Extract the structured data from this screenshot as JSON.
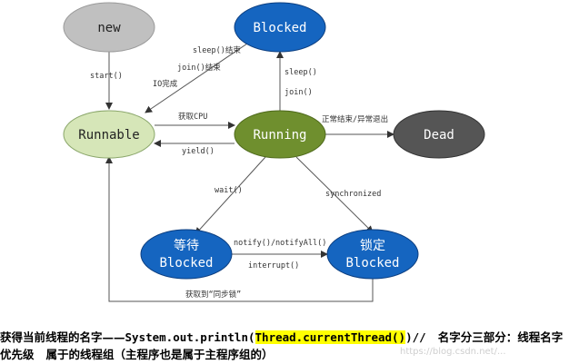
{
  "states": {
    "new": "new",
    "blocked_top": "Blocked",
    "runnable": "Runnable",
    "running": "Running",
    "dead": "Dead",
    "waiting_cn": "等待",
    "waiting_en": "Blocked",
    "locked_cn": "锁定",
    "locked_en": "Blocked"
  },
  "edges": {
    "start": "start()",
    "sleep_end": "sleep()结束",
    "join_end": "join()结束",
    "io_done": "IO完成",
    "sleep": "sleep()",
    "join": "join()",
    "get_cpu": "获取CPU",
    "yield": "yield()",
    "normal_end": "正常结束/异常退出",
    "wait": "wait()",
    "synchronized": "synchronized",
    "notify": "notify()/notifyAll()",
    "interrupt": "interrupt()",
    "get_lock": "获取到“同步锁”"
  },
  "caption": {
    "part1": "获得当前线程的名字——",
    "code_pre": "System.out.println(",
    "code_highlight": "Thread.currentThread()",
    "code_post": ")//",
    "part2": "   名字分三部分：线程名字   优先级   属于的线程组（主程序也是属于主程序组的）"
  },
  "watermark": "https://blog.csdn.net/...",
  "colors": {
    "new": "#c0c0c0",
    "blue": "#1565c0",
    "green_light": "#d6e6b8",
    "green_dark": "#6f8f2e",
    "dead": "#555555"
  }
}
